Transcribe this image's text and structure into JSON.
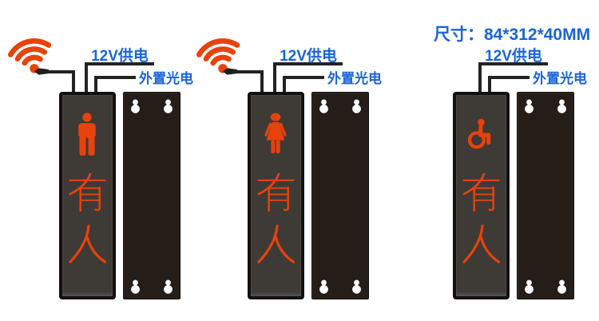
{
  "dimension_note": "尺寸：84*312*40MM",
  "sign": {
    "occupied_text": "有人"
  },
  "colors": {
    "accent_orange": "#e8420d",
    "label_blue": "#1a64d8",
    "front_panel_gray": "#3e3a36",
    "panel_frame_black": "#141010",
    "back_panel_black": "#241d18",
    "wire_black": "#232323",
    "mount_hole_white": "#ffffff",
    "background_white": "#ffffff"
  },
  "units": [
    {
      "name": "male-restroom-sign",
      "icon": "male-icon",
      "wifi": true,
      "power_label": "12V供电",
      "photo_label": "外置光电",
      "sign_text": "有人"
    },
    {
      "name": "female-restroom-sign",
      "icon": "female-icon",
      "wifi": true,
      "power_label": "12V供电",
      "photo_label": "外置光电",
      "sign_text": "有人"
    },
    {
      "name": "accessible-restroom-sign",
      "icon": "wheelchair-icon",
      "wifi": false,
      "power_label": "12V供电",
      "photo_label": "外置光电",
      "sign_text": "有人"
    }
  ]
}
